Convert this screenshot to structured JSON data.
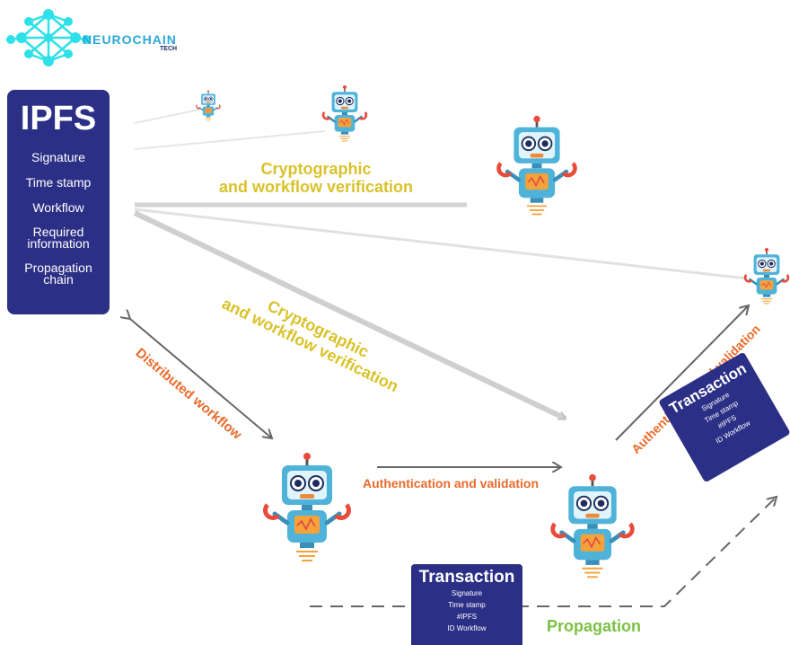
{
  "brand": {
    "name": "NEUROCHAIN",
    "sub": "TECH",
    "logo_color": "#2ee0e8"
  },
  "ipfs": {
    "title": "IPFS",
    "items": [
      {
        "line1": "Signature",
        "line2": ""
      },
      {
        "line1": "Time stamp",
        "line2": ""
      },
      {
        "line1": "Workflow",
        "line2": ""
      },
      {
        "line1": "Required",
        "line2": "information"
      },
      {
        "line1": "Propagation",
        "line2": "chain"
      }
    ]
  },
  "labels": {
    "crypto_top_1": "Cryptographic",
    "crypto_top_2": "and workflow verification",
    "crypto_diag_1": "Cryptographic",
    "crypto_diag_2": "and workflow verification",
    "distributed": "Distributed workflow",
    "auth_bottom": "Authentication and validation",
    "auth_right": "Authentication and validation",
    "propagation": "Propagation"
  },
  "transaction_right": {
    "title": "Transaction",
    "items": [
      "Signature",
      "Time stamp",
      "#IPFS",
      "ID Workflow"
    ]
  },
  "transaction_bottom": {
    "title": "Transaction",
    "items": [
      "Signature",
      "Time stamp",
      "#IPFS",
      "ID Workflow"
    ]
  },
  "colors": {
    "navy": "#2b2f86",
    "yellow": "#d9c22a",
    "orange": "#ea6a2a",
    "green": "#7bc143",
    "robot_blue": "#4fb3d9",
    "line_gray": "#d4d4d4"
  }
}
